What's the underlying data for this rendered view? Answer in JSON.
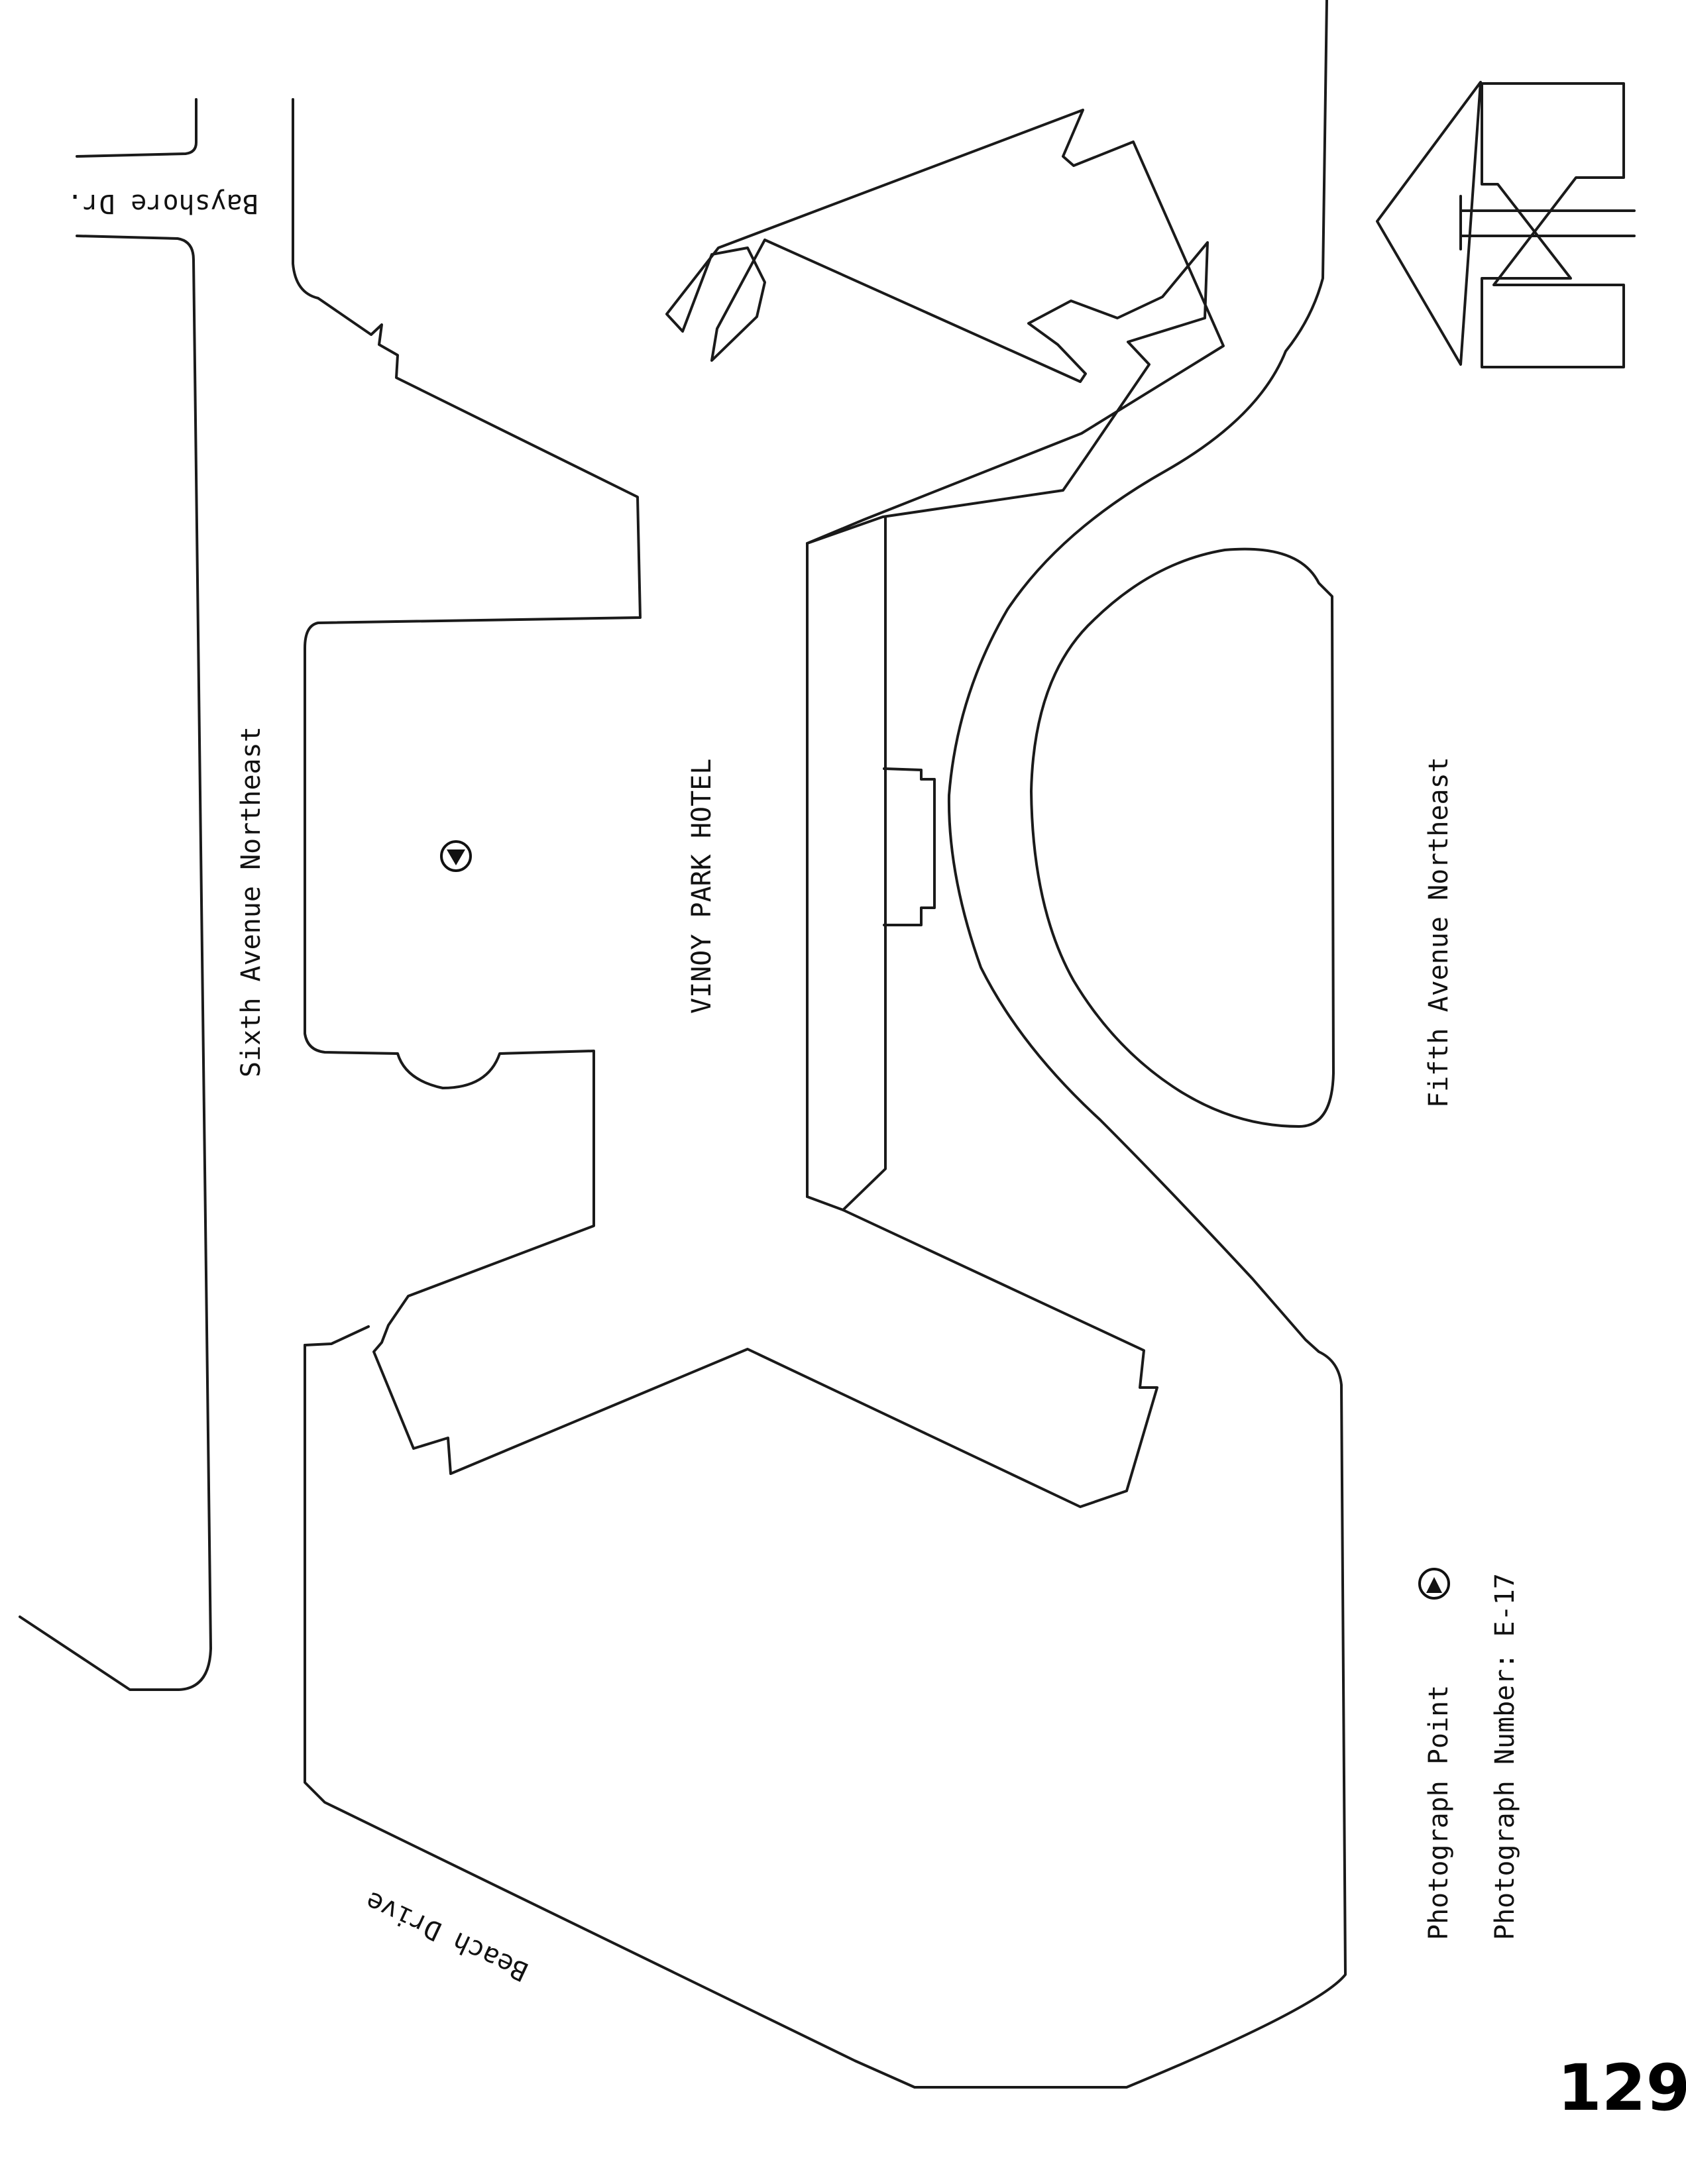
{
  "map": {
    "streets": {
      "sixth_avenue": "Sixth Avenue Northeast",
      "fifth_avenue": "Fifth Avenue Northeast",
      "bayshore": "Bayshore Dr.",
      "beach_drive": "Beach Drive"
    },
    "building_label": "VINOY PARK HOTEL",
    "legend": {
      "photograph_point": "Photograph Point",
      "photograph_number": "Photograph Number: E-17"
    },
    "page_number": "129",
    "north_arrow_icon": "north-arrow-icon",
    "photo_point_icon": "photograph-point-icon"
  }
}
